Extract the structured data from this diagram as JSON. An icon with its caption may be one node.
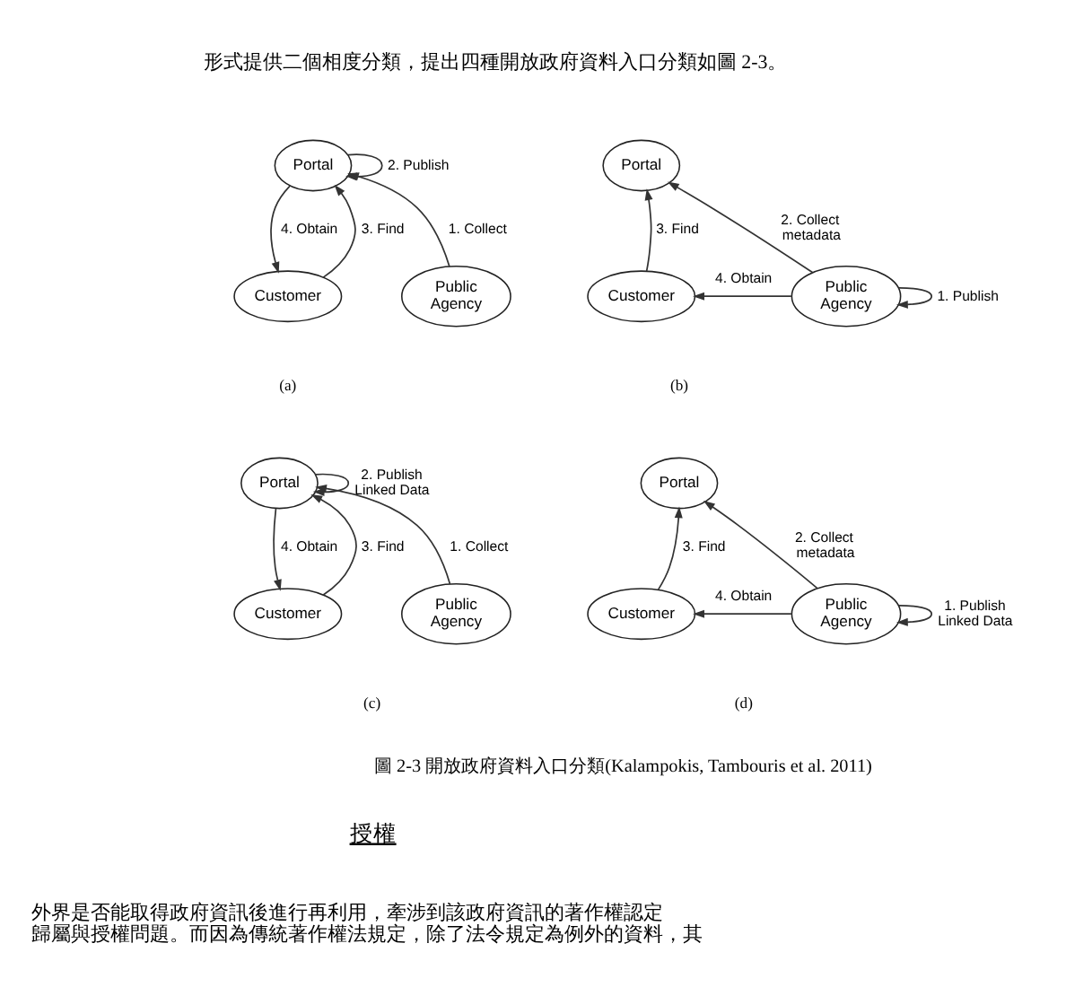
{
  "diagram": {
    "caption": "圖 2-3 開放政府資料入口分類(Kalampokis, Tambouris et al. 2011)",
    "nodes": [
      {
        "text": [
          "Portal"
        ]
      },
      {
        "text": [
          "Customer"
        ]
      },
      {
        "text": [
          "Public Agency"
        ]
      },
      {
        "text": [
          "Portal"
        ]
      },
      {
        "text": [
          "Customer"
        ]
      },
      {
        "text": [
          "Public Agency"
        ]
      },
      {
        "text": [
          "Portal"
        ]
      },
      {
        "text": [
          "Customer"
        ]
      },
      {
        "text": [
          "Public Agency"
        ]
      },
      {
        "text": [
          "Portal"
        ]
      },
      {
        "text": [
          "Customer"
        ]
      },
      {
        "text": [
          "Public Agency"
        ]
      }
    ],
    "edges": [
      {
        "from": 2,
        "to": 0,
        "arrow": "to",
        "label": "1. Collect"
      },
      {
        "from": 0,
        "to": 0,
        "arrow": "to",
        "label": "2. Publish"
      },
      {
        "from": 1,
        "to": 0,
        "arrow": "to",
        "label": "3. Find"
      },
      {
        "from": 0,
        "to": 1,
        "arrow": "to",
        "label": "4. Obtain"
      },
      {
        "from": 5,
        "to": 5,
        "arrow": "to",
        "label": "1. Publish"
      },
      {
        "from": 5,
        "to": 3,
        "arrow": "to",
        "label": "2. Collect metadata"
      },
      {
        "from": 4,
        "to": 3,
        "arrow": "to",
        "label": "3. Find"
      },
      {
        "from": 5,
        "to": 4,
        "arrow": "to",
        "label": "4. Obtain"
      },
      {
        "from": 8,
        "to": 6,
        "arrow": "to",
        "label": "1. Collect"
      },
      {
        "from": 6,
        "to": 6,
        "arrow": "to",
        "label": "2. Publish Linked Data"
      },
      {
        "from": 7,
        "to": 6,
        "arrow": "to",
        "label": "3. Find"
      },
      {
        "from": 6,
        "to": 7,
        "arrow": "to",
        "label": "4. Obtain"
      },
      {
        "from": 11,
        "to": 11,
        "arrow": "to",
        "label": "1. Publish Linked Data"
      },
      {
        "from": 11,
        "to": 9,
        "arrow": "to",
        "label": "2. Collect metadata"
      },
      {
        "from": 10,
        "to": 9,
        "arrow": "to",
        "label": "3. Find"
      },
      {
        "from": 11,
        "to": 10,
        "arrow": "to",
        "label": "4. Obtain"
      }
    ],
    "labels": [
      "形式提供二個相度分類，提出四種開放政府資料入口分類如圖 2-3。",
      "(a)",
      "(b)",
      "(c)",
      "(d)",
      "授權",
      "外界是否能取得政府資訊後進行再利用，牽涉到該政府資訊的著作權認定歸屬與授權問題。而因為傳統著作權法規定，除了法令規定為例外的資料，其"
    ]
  }
}
